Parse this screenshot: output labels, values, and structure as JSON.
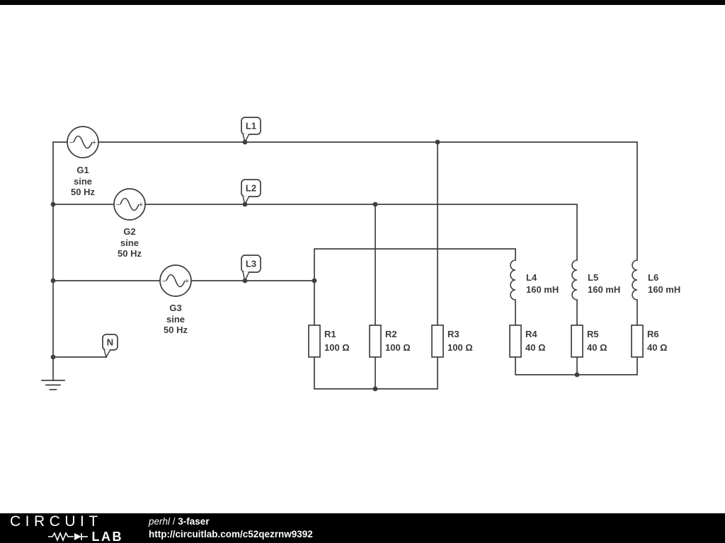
{
  "schematic": {
    "sources": [
      {
        "name": "G1",
        "waveform": "sine",
        "frequency": "50 Hz",
        "plus": "+",
        "minus": "−"
      },
      {
        "name": "G2",
        "waveform": "sine",
        "frequency": "50 Hz",
        "plus": "+",
        "minus": "−"
      },
      {
        "name": "G3",
        "waveform": "sine",
        "frequency": "50 Hz",
        "plus": "+",
        "minus": "−"
      }
    ],
    "net_flags": [
      {
        "label": "L1"
      },
      {
        "label": "L2"
      },
      {
        "label": "L3"
      },
      {
        "label": "N"
      }
    ],
    "resistors": [
      {
        "name": "R1",
        "value": "100 Ω"
      },
      {
        "name": "R2",
        "value": "100 Ω"
      },
      {
        "name": "R3",
        "value": "100 Ω"
      },
      {
        "name": "R4",
        "value": "40 Ω"
      },
      {
        "name": "R5",
        "value": "40 Ω"
      },
      {
        "name": "R6",
        "value": "40 Ω"
      }
    ],
    "inductors": [
      {
        "name": "L4",
        "value": "160 mH"
      },
      {
        "name": "L5",
        "value": "160 mH"
      },
      {
        "name": "L6",
        "value": "160 mH"
      }
    ]
  },
  "footer": {
    "logo_top": "CIRCUIT",
    "logo_bottom": "LAB",
    "author": "perhl",
    "separator": " / ",
    "project": "3-faser",
    "url": "http://circuitlab.com/c52qezrnw9392"
  },
  "colors": {
    "wire": "#3f3f3f",
    "label": "#3a3a3a",
    "background": "#ffffff",
    "footer_bg": "#000000",
    "footer_text": "#ffffff"
  }
}
